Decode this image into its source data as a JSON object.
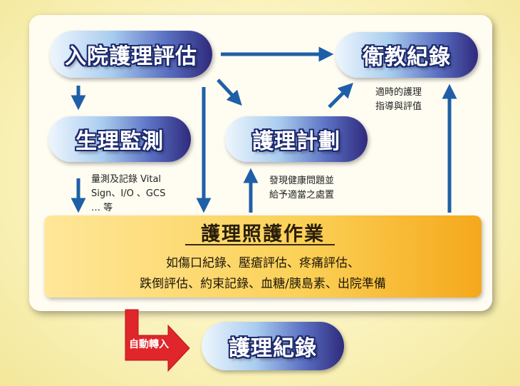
{
  "nodes": {
    "admission_assessment": "入院護理評估",
    "health_education": "衛教紀錄",
    "physiological_monitoring": "生理監測",
    "care_plan": "護理計劃",
    "nursing_record": "護理紀錄"
  },
  "notes": {
    "education_note": [
      "適時的護理",
      "指導與評值"
    ],
    "monitoring_note": [
      "量測及記錄 Vital",
      "Sign、I/O 、GCS",
      "… 等"
    ],
    "plan_note": [
      "發現健康問題並",
      "給予適當之處置"
    ]
  },
  "care_operations": {
    "title": "護理照護作業",
    "lines": [
      "如傷口紀錄、壓瘡評估、疼痛評估、",
      "跌倒評估、約束記錄、血糖/胰島素、出院準備"
    ]
  },
  "auto_transfer_label": "自動轉入",
  "colors": {
    "arrow": "#1f5fa8",
    "red_arrow": "#e0252b"
  }
}
